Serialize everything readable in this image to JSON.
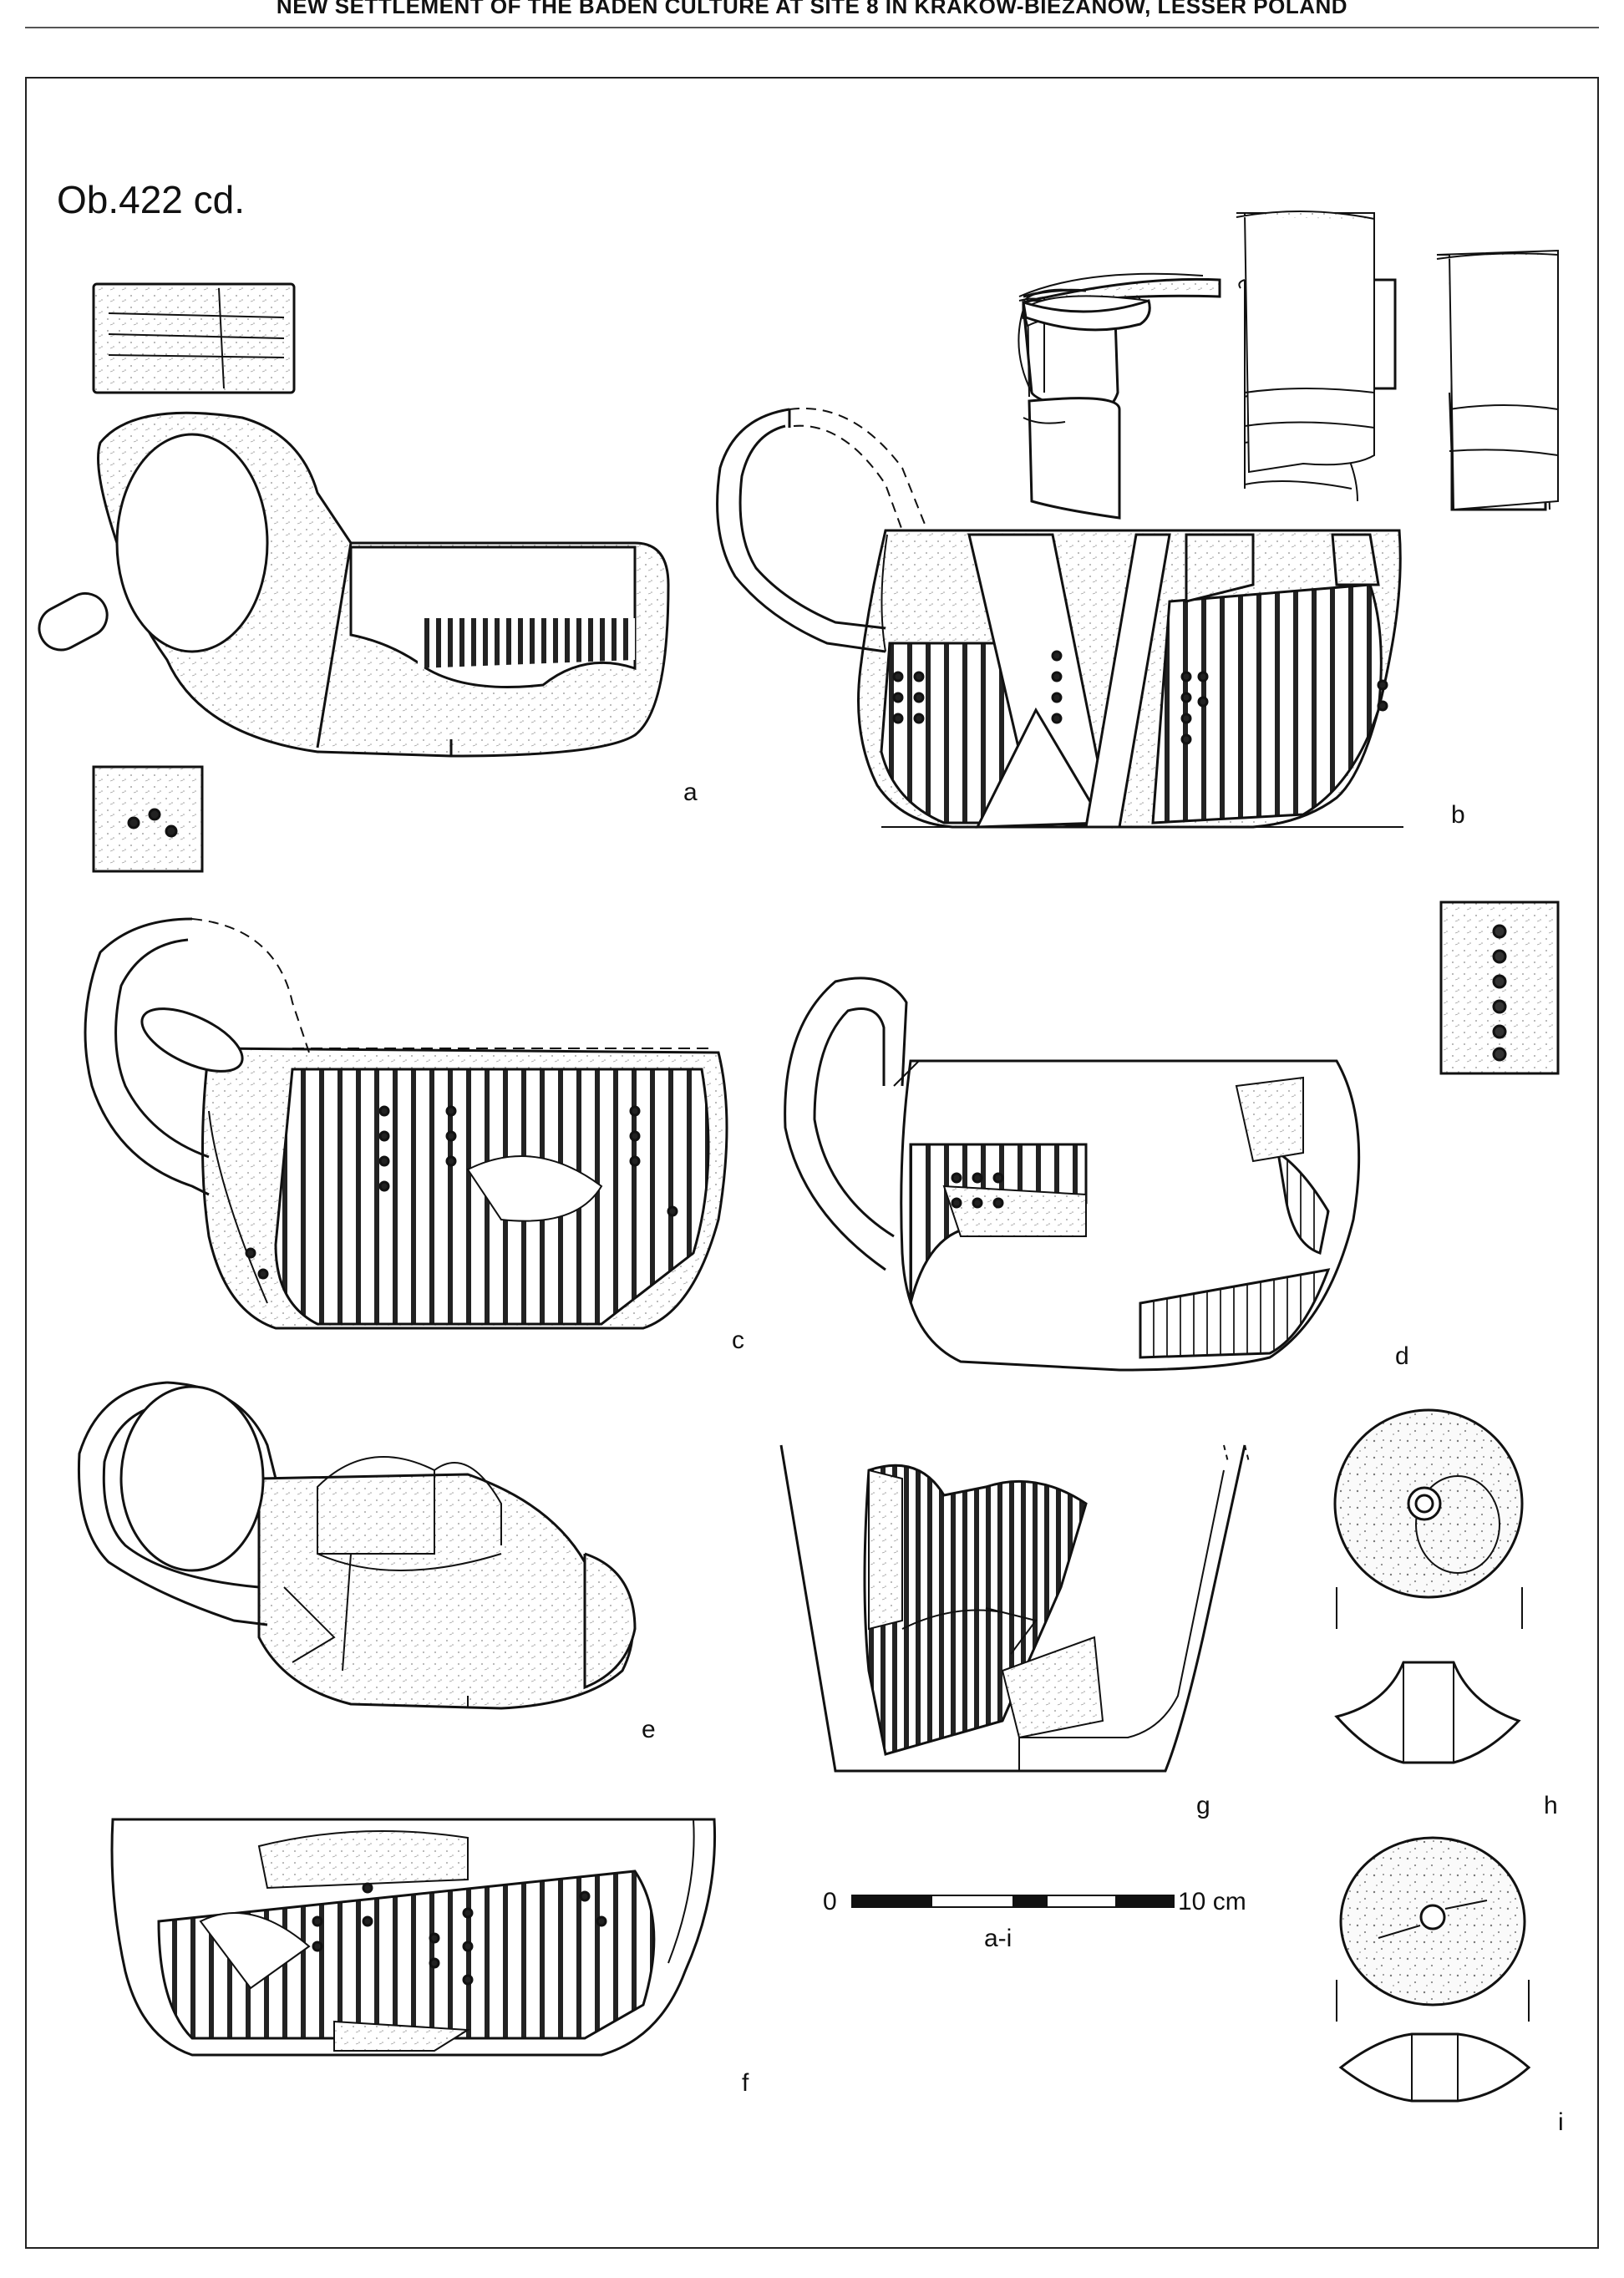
{
  "header": {
    "title": "NEW SETTLEMENT OF THE BADEN CULTURE AT SITE 8 IN KRAKÓW-BIEŻANÓW, LESSER POLAND"
  },
  "plate": {
    "caption": "Ob.422 cd.",
    "figure_labels": [
      "a",
      "b",
      "c",
      "d",
      "e",
      "f",
      "g",
      "h",
      "i"
    ],
    "scale_bar": {
      "start": "0",
      "end": "10 cm",
      "applies_to": "a-i"
    }
  },
  "colors": {
    "ink": "#111111",
    "paper": "#ffffff",
    "stipple": "#9a9a9a"
  }
}
